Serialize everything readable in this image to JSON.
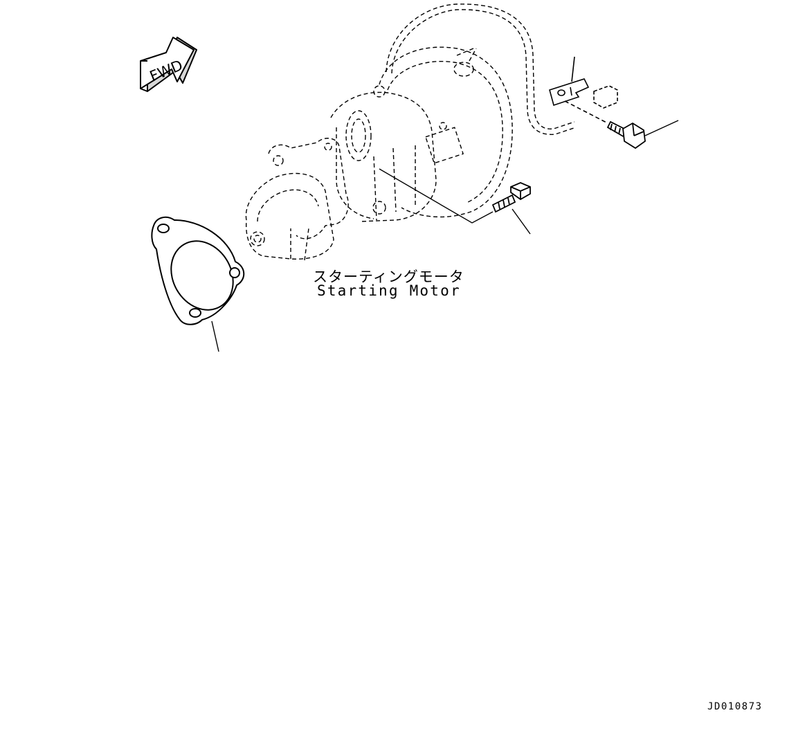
{
  "fwd_label": "FWD",
  "part_label_jp": "スターティングモータ",
  "part_label_en": "Starting Motor",
  "drawing_id": "JD010873",
  "colors": {
    "line": "#000000",
    "background": "#ffffff"
  },
  "icons": [
    "fwd-arrow-icon",
    "starting-motor-icon",
    "gasket-icon",
    "bolt-icon",
    "clip-icon"
  ]
}
